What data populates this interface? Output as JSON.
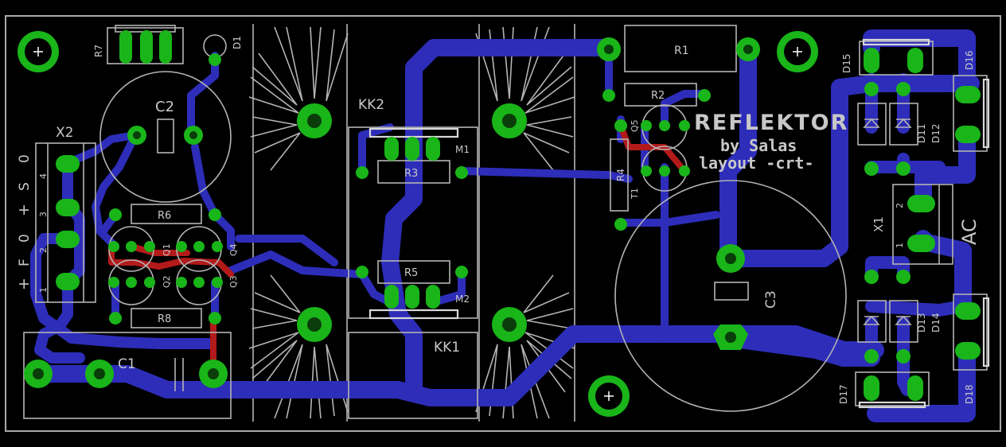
{
  "board": {
    "title": "REFLEKTOR",
    "author": "by Salas",
    "layout": "layout -crt-",
    "colors": {
      "background": "#000000",
      "bottom_copper": "#2d2dba",
      "top_copper": "#b31a1a",
      "pads": "#19b519",
      "silkscreen": "#b4b4b4"
    }
  },
  "components": {
    "X2": "X2",
    "C2": "C2",
    "C1": "C1",
    "C3": "C3",
    "R7": "R7",
    "D1": "D1",
    "R6": "R6",
    "R8": "R8",
    "Q1": "Q1",
    "Q2": "Q2",
    "Q3": "Q3",
    "Q4": "Q4",
    "KK1": "KK1",
    "KK2": "KK2",
    "M1": "M1",
    "M2": "M2",
    "R3": "R3",
    "R5": "R5",
    "R1": "R1",
    "R2": "R2",
    "R4": "R4",
    "Q5": "Q5",
    "T1": "T1",
    "X1": "X1",
    "AC": "AC",
    "D11": "D11",
    "D12": "D12",
    "D13": "D13",
    "D14": "D14",
    "D15": "D15",
    "D16": "D16",
    "D17": "D17",
    "D18": "D18"
  },
  "connector_x2": {
    "side_labels": [
      "0",
      "S",
      "+",
      "0",
      "F",
      "+"
    ],
    "pin_numbers": [
      "4",
      "3",
      "2",
      "1"
    ]
  },
  "connector_x1": {
    "pin_numbers": [
      "2",
      "1"
    ]
  }
}
